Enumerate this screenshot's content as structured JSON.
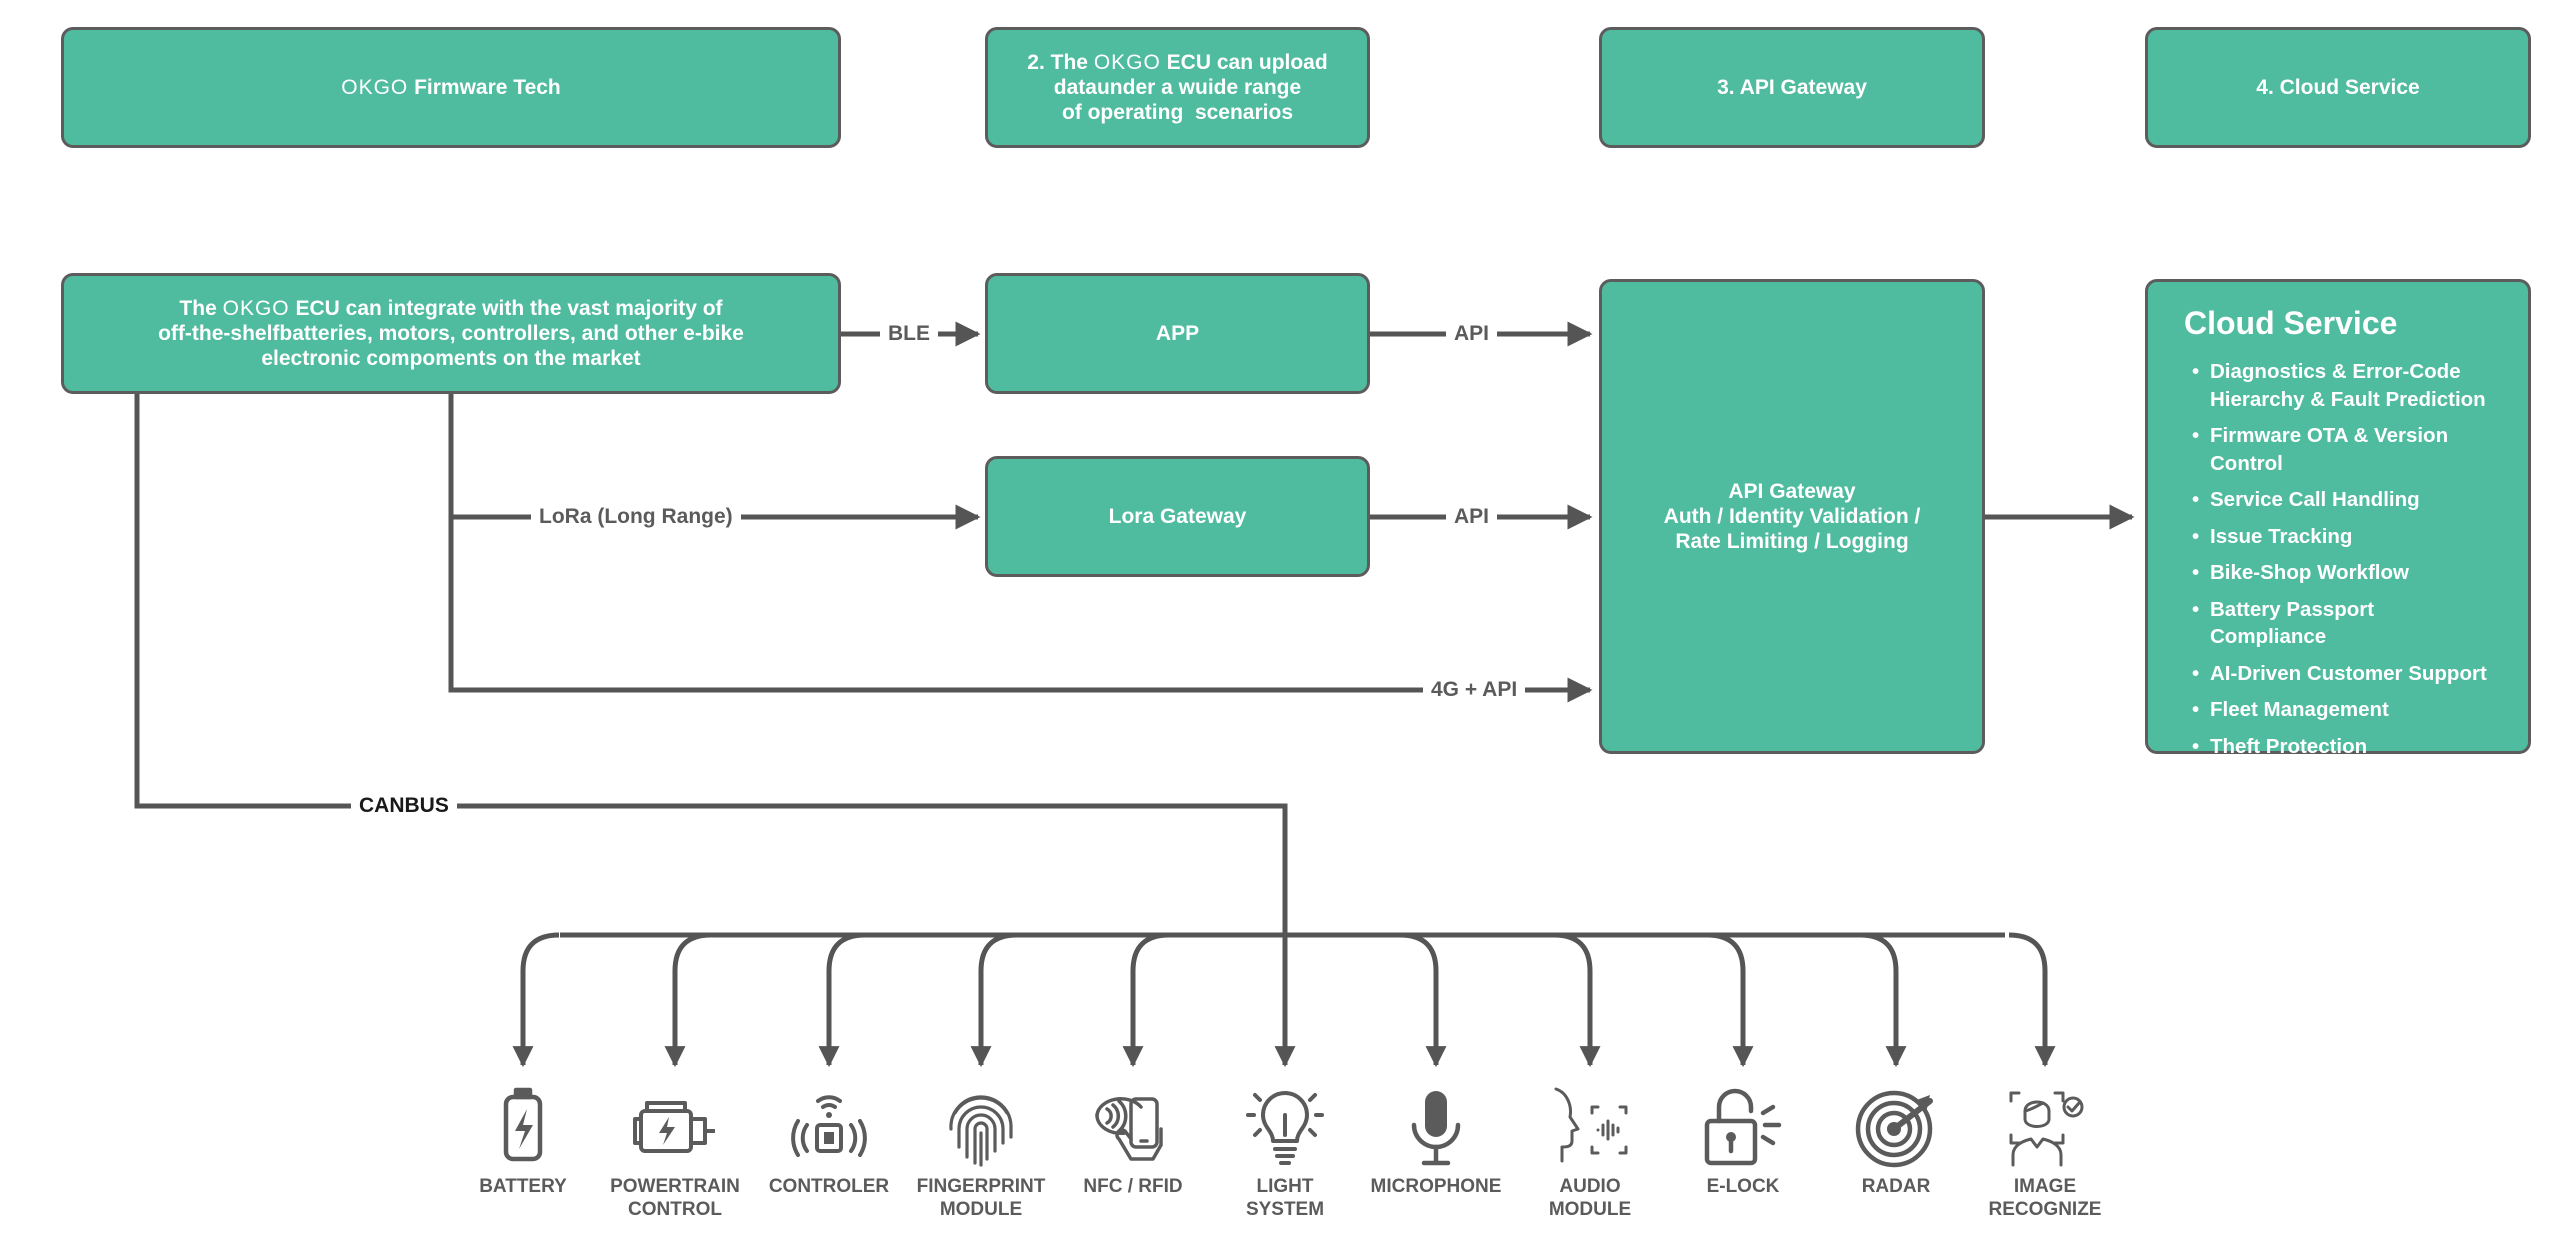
{
  "brand": "OKGO",
  "headers": {
    "firmware": "Firmware Tech",
    "upload_prefix": "2. The",
    "upload_mid": "ECU can upload",
    "upload_line2": "dataunder a wuide range",
    "upload_line3": "of operating  scenarios",
    "api_gateway": "3. API Gateway",
    "cloud_service": "4. Cloud Service"
  },
  "ecu": {
    "prefix": "The",
    "line1": "ECU can integrate with the vast majority of",
    "line2": "off-the-shelfbatteries, motors, controllers, and other e-bike",
    "line3": "electronic compoments on the market"
  },
  "nodes": {
    "app": "APP",
    "lora_gateway": "Lora Gateway",
    "api_gateway_title": "API Gateway",
    "api_gateway_line2": "Auth / Identity Validation /",
    "api_gateway_line3": "Rate Limiting / Logging"
  },
  "links": {
    "ble": "BLE",
    "lora": "LoRa (Long Range)",
    "api_app": "API",
    "api_lora": "API",
    "cellular": "4G + API",
    "canbus": "CANBUS"
  },
  "cloud": {
    "title": "Cloud Service",
    "items": [
      "Diagnostics & Error-Code Hierarchy & Fault Prediction",
      "Firmware OTA & Version Control",
      "Service Call Handling",
      "Issue Tracking",
      "Bike-Shop Workflow",
      "Battery Passport Compliance",
      "AI-Driven Customer Support",
      "Fleet Management",
      "Theft Protection"
    ]
  },
  "peripherals": [
    {
      "label": "BATTERY",
      "icon": "battery-icon"
    },
    {
      "label": "POWERTRAIN\nCONTROL",
      "icon": "powertrain-icon"
    },
    {
      "label": "CONTROLER",
      "icon": "controller-icon"
    },
    {
      "label": "FINGERPRINT\nMODULE",
      "icon": "fingerprint-icon"
    },
    {
      "label": "NFC / RFID",
      "icon": "nfc-icon"
    },
    {
      "label": "LIGHT\nSYSTEM",
      "icon": "lightbulb-icon"
    },
    {
      "label": "MICROPHONE",
      "icon": "microphone-icon"
    },
    {
      "label": "AUDIO\nMODULE",
      "icon": "audio-icon"
    },
    {
      "label": "E-LOCK",
      "icon": "lock-icon"
    },
    {
      "label": "RADAR",
      "icon": "radar-icon"
    },
    {
      "label": "IMAGE\nRECOGNIZE",
      "icon": "face-scan-icon"
    }
  ],
  "colors": {
    "box_fill": "#4fbb9f",
    "box_border": "#5c5c5c",
    "line": "#555555",
    "text_on_box": "#ffffff",
    "label_text": "#5b5b5b"
  }
}
